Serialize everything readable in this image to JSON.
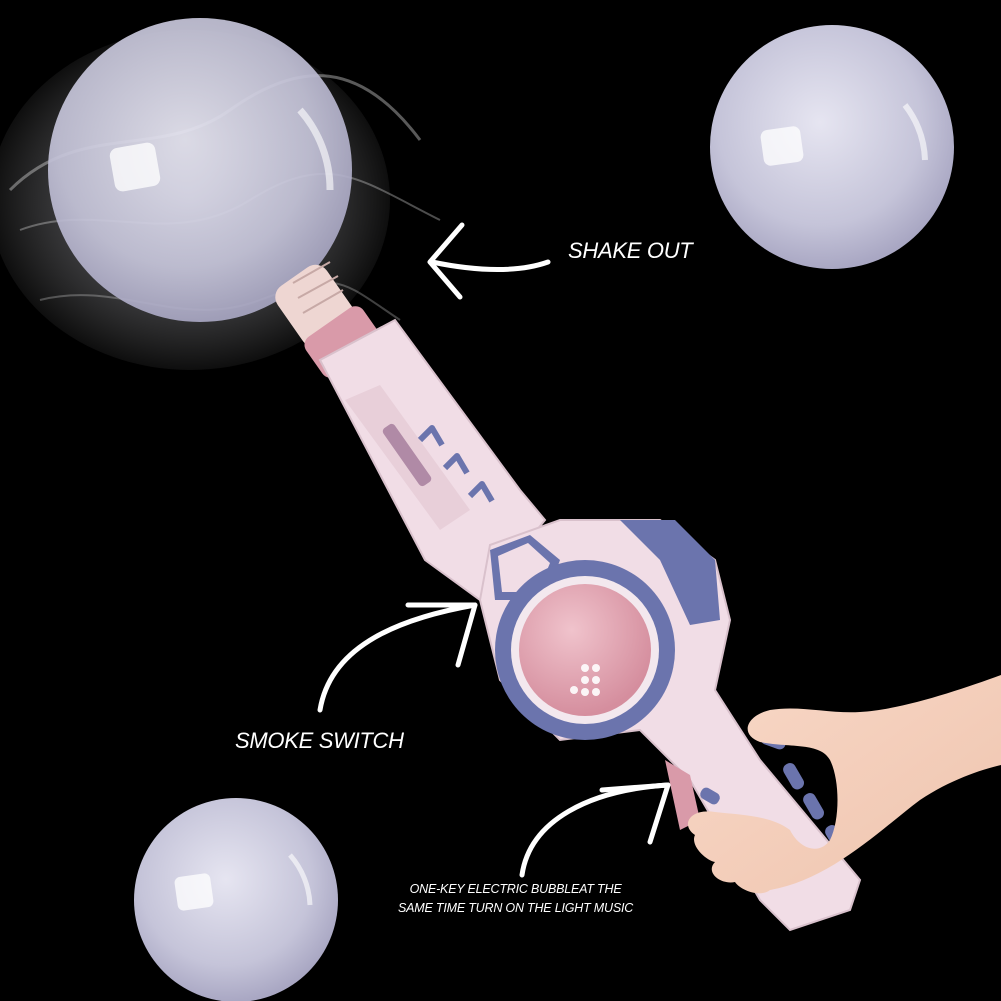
{
  "callouts": {
    "shake_out": "SHAKE OUT",
    "smoke_switch": "SMOKE SWITCH",
    "one_key_line1": "ONE-KEY ELECTRIC BUBBLEAT THE",
    "one_key_line2": "SAME TIME TURN ON THE LIGHT MUSIC"
  },
  "colors": {
    "background": "#000000",
    "label_text": "#ffffff",
    "toy_body": "#f1dde6",
    "toy_pink": "#d99aa9",
    "toy_accent": "#6b74ad",
    "bubble": "#c9c8dc"
  }
}
